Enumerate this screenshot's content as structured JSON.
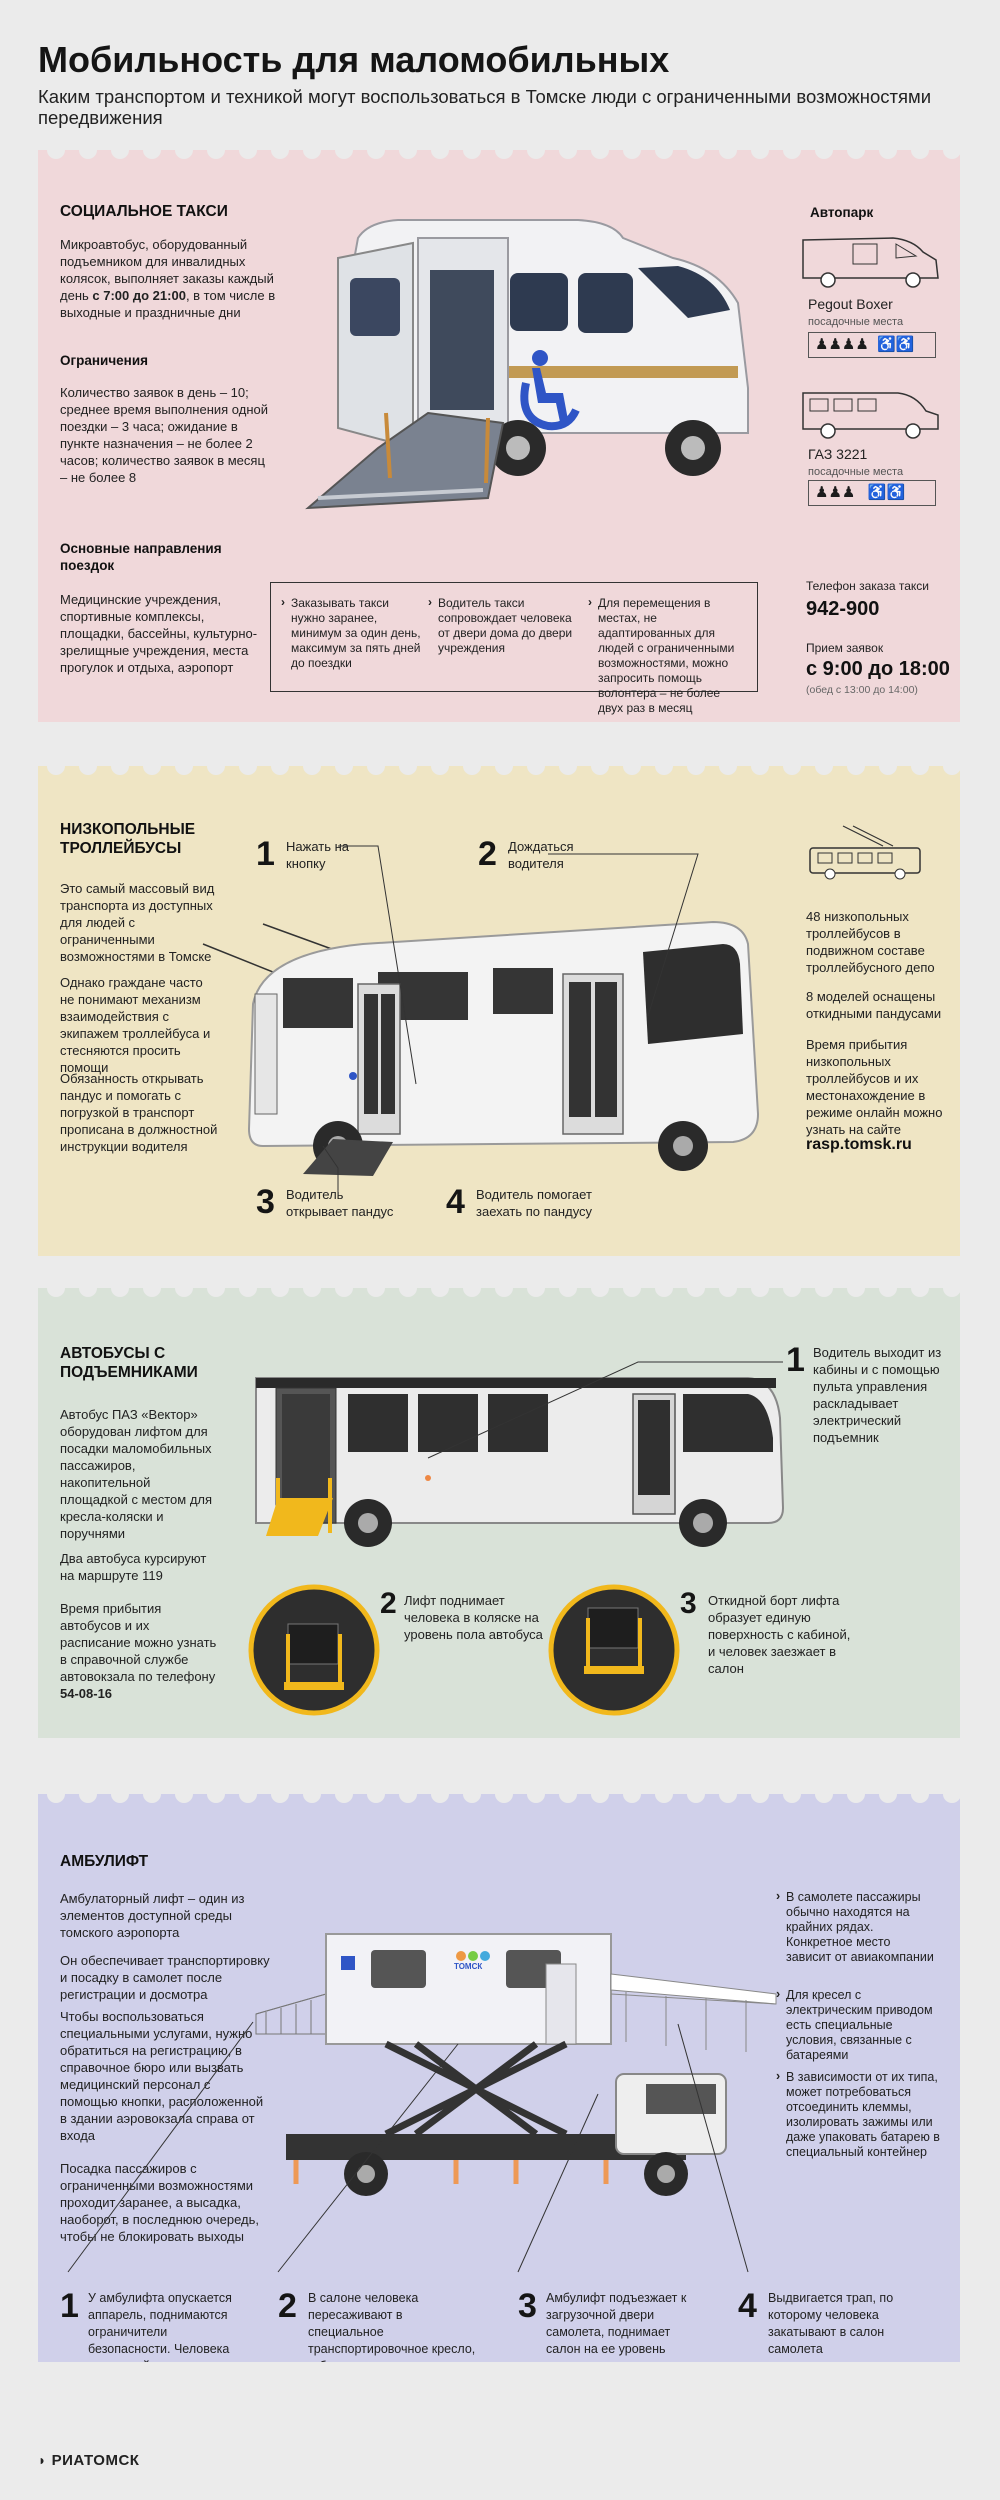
{
  "header": {
    "title": "Мобильность для маломобильных",
    "subtitle": "Каким транспортом и техникой могут воспользоваться в Томске люди с ограниченными возможностями передвижения"
  },
  "colors": {
    "taxi_bg": "#f0d8da",
    "trolley_bg": "#efe5c4",
    "bus_bg": "#d9e2d8",
    "ambu_bg": "#d0d0ea",
    "accent_yellow": "#f1b81c",
    "accent_blue": "#2f55c6"
  },
  "taxi": {
    "title": "СОЦИАЛЬНОЕ ТАКСИ",
    "intro_1": "Микроавтобус, оборудованный подъемником для инвалидных колясок, выполняет заказы каждый день",
    "intro_hours": "с 7:00 до 21:00",
    "intro_2": ", в том числе в выходные и праздничные дни",
    "limits_title": "Ограничения",
    "limits_text": "Количество заявок в день – 10; среднее время выполнения одной поездки – 3 часа; ожидание в пункте назначения – не более 2 часов; количество заявок в месяц – не более 8",
    "dest_title": "Основные направления поездок",
    "dest_text": "Медицинские учреждения, спортивные комплексы, площадки, бассейны, культурно-зрелищные учреждения, места прогулок и отдыха, аэропорт",
    "notes": [
      "Заказывать такси нужно заранее, минимум за один день, максимум за пять дней до поездки",
      "Водитель такси сопровождает человека от двери дома до двери учреждения",
      "Для перемещения в местах, не адаптированных для людей с ограниченными возможностями, можно запросить помощь волонтера – не более двух раз в месяц"
    ],
    "fleet_title": "Автопарк",
    "vehicle1_name": "Pegout Boxer",
    "vehicle1_seats": "посадочные места",
    "vehicle2_name": "ГАЗ 3221",
    "vehicle2_seats": "посадочные места",
    "phone_label": "Телефон заказа такси",
    "phone": "942-900",
    "orders_label": "Прием заявок",
    "orders_time": "с 9:00 до 18:00",
    "orders_break": "(обед с 13:00 до 14:00)"
  },
  "trolley": {
    "title": "НИЗКОПОЛЬНЫЕ ТРОЛЛЕЙБУСЫ",
    "p1": "Это самый массовый вид транспорта из доступных для людей с ограниченными возможностями в Томске",
    "p2": "Однако граждане часто не понимают механизм взаимодействия с экипажем троллейбуса и стесняются просить помощи",
    "p3": "Обязанность открывать пандус и помогать с погрузкой в транспорт прописана в должностной инструкции водителя",
    "steps": [
      {
        "n": "1",
        "text": "Нажать на кнопку"
      },
      {
        "n": "2",
        "text": "Дождаться водителя"
      },
      {
        "n": "3",
        "text": "Водитель открывает пандус"
      },
      {
        "n": "4",
        "text": "Водитель помогает заехать по пандусу"
      }
    ],
    "r1": "48 низкопольных троллейбусов в подвижном составе троллейбусного депо",
    "r2": "8 моделей оснащены откидными пандусами",
    "r3": "Время прибытия низкопольных троллейбусов и их местонахождение в режиме онлайн можно узнать на сайте",
    "site": "rasp.tomsk.ru"
  },
  "bus": {
    "title": "АВТОБУСЫ С ПОДЪЕМНИКАМИ",
    "p1": "Автобус ПАЗ «Вектор» оборудован лифтом для посадки маломобильных пассажиров, накопительной площадкой с местом для кресла-коляски и поручнями",
    "p2": "Два автобуса курсируют на маршруте 119",
    "p3": "Время прибытия автобусов и их расписание можно узнать в справочной службе автовокзала по телефону",
    "phone": "54-08-16",
    "steps": [
      {
        "n": "1",
        "text": "Водитель выходит из кабины и с помощью пульта управления раскладывает электрический подъемник"
      },
      {
        "n": "2",
        "text": "Лифт поднимает человека в коляске на уровень пола автобуса"
      },
      {
        "n": "3",
        "text": "Откидной борт лифта образует единую поверхность с кабиной, и человек заезжает в салон"
      }
    ]
  },
  "ambu": {
    "title": "АМБУЛИФТ",
    "p1": "Амбулаторный лифт – один из элементов доступной среды томского аэропорта",
    "p2": "Он обеспечивает транспортировку и посадку в самолет после регистрации и досмотра",
    "p3": "Чтобы воспользоваться специальными услугами, нужно обратиться на регистрацию, в справочное бюро или вызвать медицинский персонал с помощью кнопки, расположенной в здании аэровокзала справа от входа",
    "p4": "Посадка пассажиров с ограниченными возможностями проходит заранее, а высадка, наоборот, в последнюю очередь, чтобы не блокировать выходы",
    "bullets": [
      "В самолете пассажиры обычно находятся на крайних рядах. Конкретное место зависит от авиакомпании",
      "Для кресел с электрическим приводом есть специальные условия, связанные с батареями",
      "В зависимости от их типа, может потребоваться отсоединить клеммы, изолировать зажимы или даже упаковать батарею в специальный контейнер"
    ],
    "logo": "ТОМСК",
    "steps": [
      {
        "n": "1",
        "text": "У амбулифта опускается аппарель, поднимаются ограничители безопасности. Человека с коляской закатывают в салон спецтранспорта"
      },
      {
        "n": "2",
        "text": "В салоне человека пересаживают в специальное транспортировочное кресло, габариты которого меньше обычных кресел"
      },
      {
        "n": "3",
        "text": "Амбулифт подъезжает к загрузочной двери самолета, поднимает салон на ее уровень"
      },
      {
        "n": "4",
        "text": "Выдвигается трап, по которому человека закатывают в салон самолета"
      }
    ]
  },
  "footer": {
    "brand": "РИАТОМСК"
  }
}
